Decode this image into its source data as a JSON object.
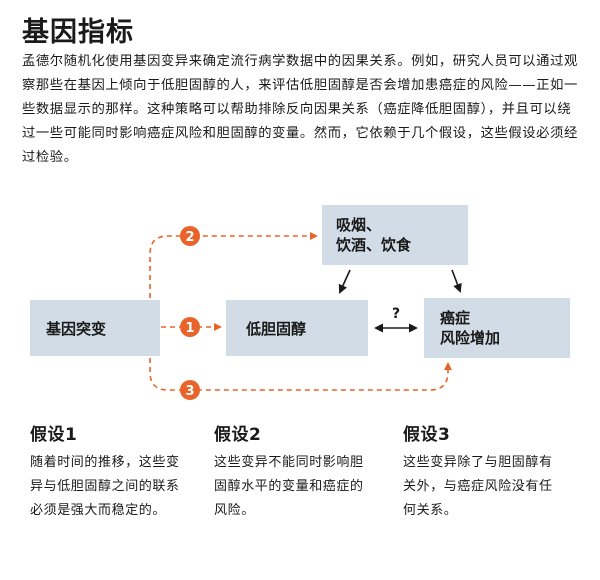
{
  "title": "基因指标",
  "intro": "孟德尔随机化使用基因变异来确定流行病学数据中的因果关系。例如，研究人员可以通过观察那些在基因上倾向于低胆固醇的人，来评估低胆固醇是否会增加患癌症的风险——正如一些数据显示的那样。这种策略可以帮助排除反向因果关系（癌症降低胆固醇），并且可以绕过一些可能同时影响癌症风险和胆固醇的变量。然而，它依赖于几个假设，这些假设必须经过检验。",
  "diagram": {
    "nodes": {
      "gene": "基因突变",
      "cholesterol": "低胆固醇",
      "lifestyle_line1": "吸烟、",
      "lifestyle_line2": "饮酒、饮食",
      "cancer_line1": "癌症",
      "cancer_line2": "风险增加"
    },
    "badges": [
      "1",
      "2",
      "3"
    ],
    "question_mark": "?",
    "accent_color": "#e8642a",
    "box_color": "#d2dce6"
  },
  "hypotheses": [
    {
      "title": "假设1",
      "text": "随着时间的推移，这些变异与低胆固醇之间的联系必须是强大而稳定的。"
    },
    {
      "title": "假设2",
      "text": "这些变异不能同时影响胆固醇水平的变量和癌症的风险。"
    },
    {
      "title": "假设3",
      "text": "这些变异除了与胆固醇有关外，与癌症风险没有任何关系。"
    }
  ]
}
